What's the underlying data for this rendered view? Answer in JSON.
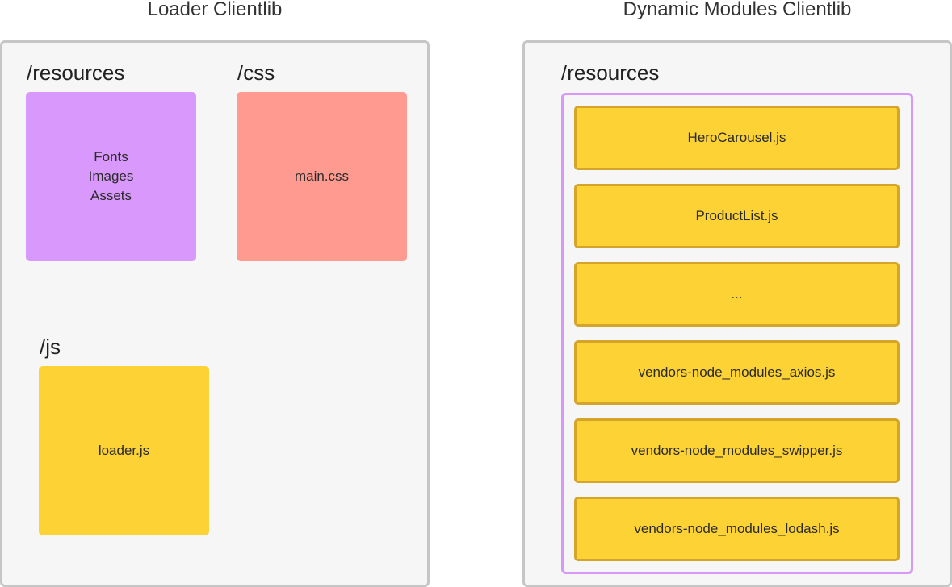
{
  "colors": {
    "panel_background": "#f6f6f6",
    "panel_border": "#c6c6c6",
    "resources_tile": "#d898fc",
    "css_tile": "#ff9a90",
    "js_tile": "#fdd235",
    "module_tile": "#fdd235",
    "module_border": "#d4a52a",
    "module_frame_border": "#d898f8"
  },
  "loader_clientlib": {
    "title": "Loader Clientlib",
    "resources": {
      "label": "/resources",
      "items": [
        "Fonts",
        "Images",
        "Assets"
      ]
    },
    "css": {
      "label": "/css",
      "file": "main.css"
    },
    "js": {
      "label": "/js",
      "file": "loader.js"
    }
  },
  "dynamic_modules_clientlib": {
    "title": "Dynamic Modules Clientlib",
    "resources_label": "/resources",
    "modules": [
      "HeroCarousel.js",
      "ProductList.js",
      "...",
      "vendors-node_modules_axios.js",
      "vendors-node_modules_swipper.js",
      "vendors-node_modules_lodash.js"
    ]
  }
}
